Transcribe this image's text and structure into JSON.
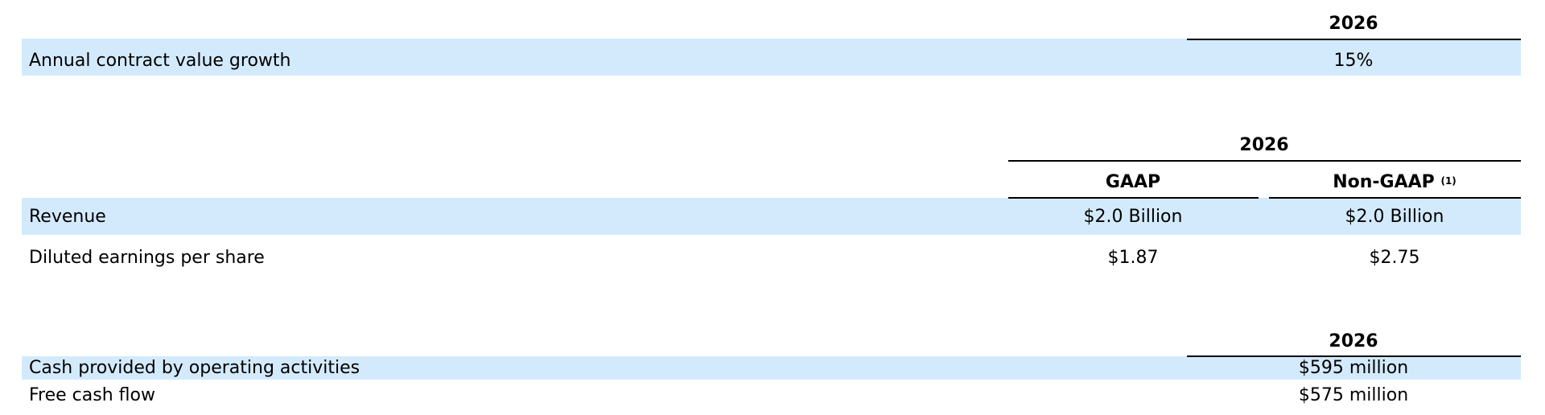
{
  "acv_table": {
    "year_header": "2026",
    "rows": [
      {
        "label": "Annual contract value growth",
        "value": "15%"
      }
    ]
  },
  "revenue_eps_table": {
    "year_header": "2026",
    "columns": [
      {
        "label": "GAAP",
        "footnote": ""
      },
      {
        "label": "Non-GAAP",
        "footnote": "(1)"
      }
    ],
    "rows": [
      {
        "label": "Revenue",
        "values": [
          "$2.0 Billion",
          "$2.0 Billion"
        ]
      },
      {
        "label": "Diluted earnings per share",
        "values": [
          "$1.87",
          "$2.75"
        ]
      }
    ]
  },
  "cash_flow_table": {
    "year_header": "2026",
    "rows": [
      {
        "label": "Cash provided by operating activities",
        "value": "$595 million"
      },
      {
        "label": "Free cash flow",
        "value": "$575 million"
      }
    ]
  },
  "colors": {
    "highlight_band": "#d3eafc"
  }
}
